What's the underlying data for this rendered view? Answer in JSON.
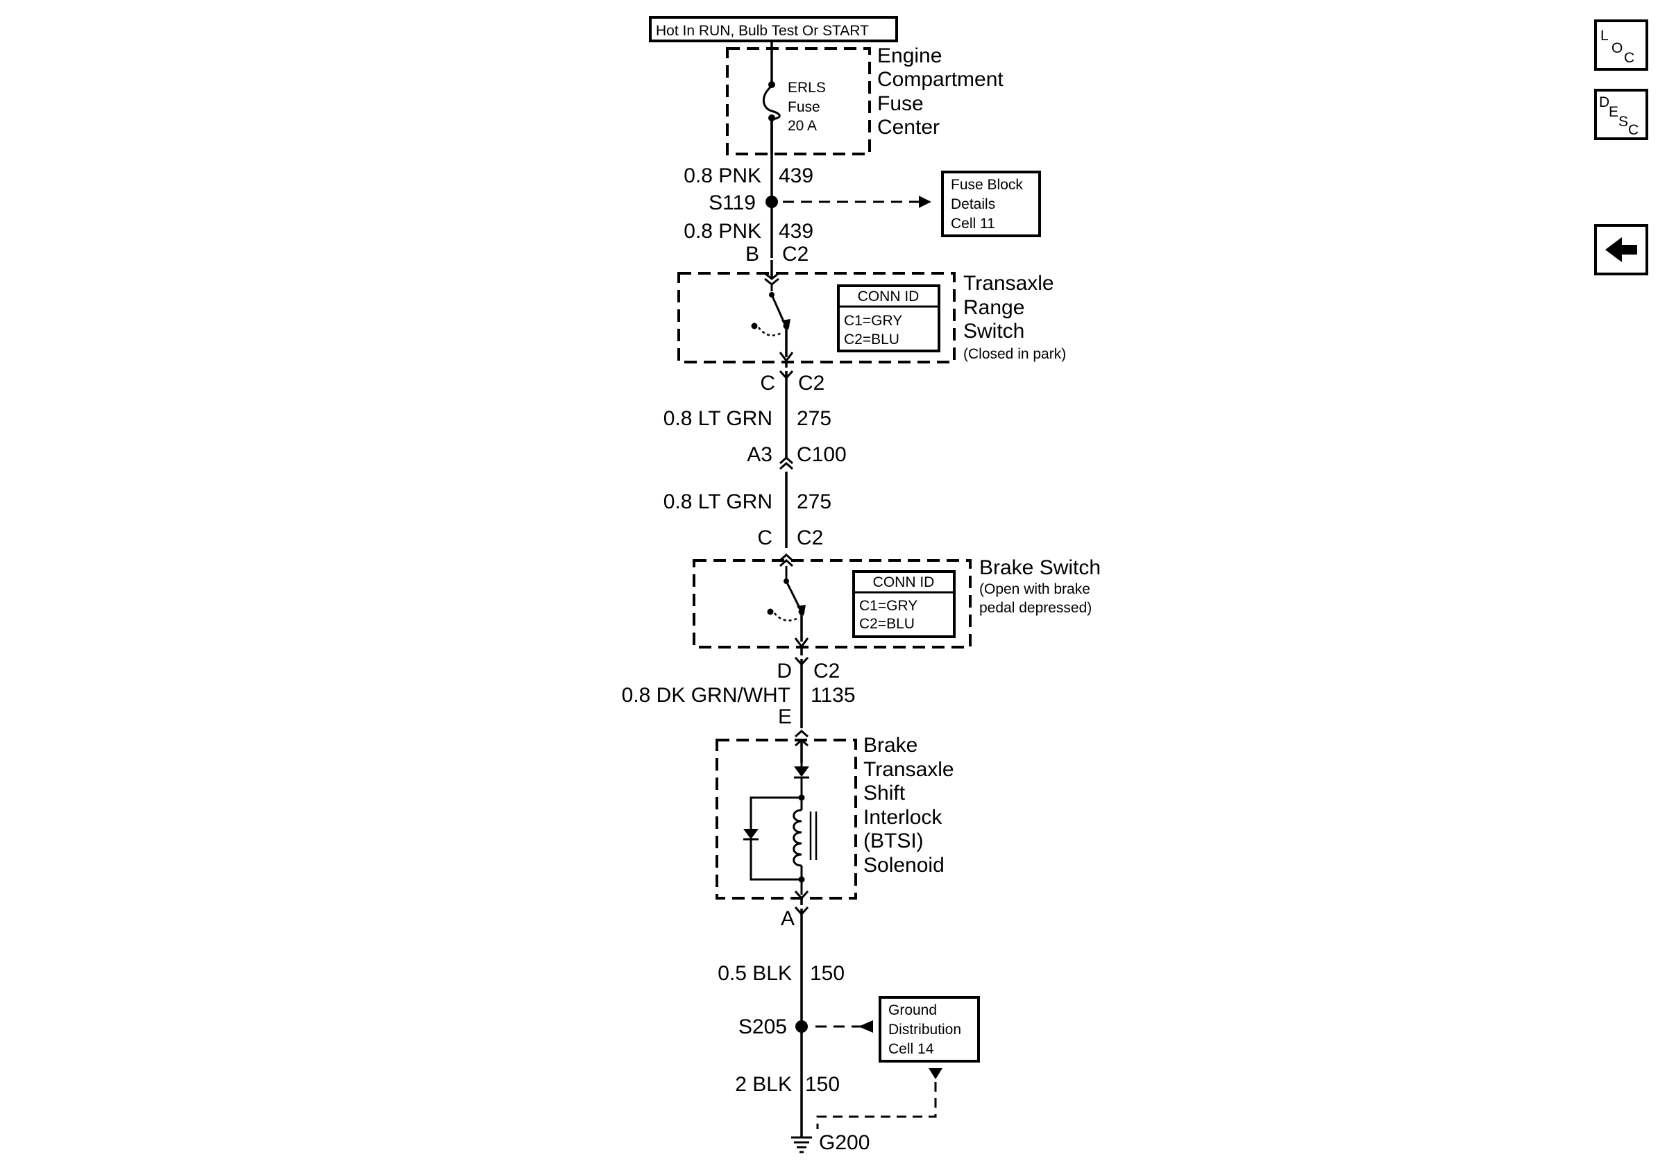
{
  "power_source": "Hot In RUN, Bulb Test Or START",
  "fuse_center": {
    "title_lines": [
      "Engine",
      "Compartment",
      "Fuse",
      "Center"
    ],
    "fuse_lines": [
      "ERLS",
      "Fuse",
      "20 A"
    ]
  },
  "wires": {
    "w1": {
      "gauge_color": "0.8 PNK",
      "circuit": "439"
    },
    "w2": {
      "gauge_color": "0.8 PNK",
      "circuit": "439"
    },
    "w3": {
      "gauge_color": "0.8 LT GRN",
      "circuit": "275"
    },
    "w4": {
      "gauge_color": "0.8 LT GRN",
      "circuit": "275"
    },
    "w5": {
      "gauge_color": "0.8 DK GRN/WHT",
      "circuit": "1135"
    },
    "w6": {
      "gauge_color": "0.5 BLK",
      "circuit": "150"
    },
    "w7": {
      "gauge_color": "2 BLK",
      "circuit": "150"
    }
  },
  "splices": {
    "s119": "S119",
    "s205": "S205"
  },
  "refs": {
    "fuse_block": [
      "Fuse Block",
      "Details",
      "Cell 11"
    ],
    "ground_dist": [
      "Ground",
      "Distribution",
      "Cell 14"
    ]
  },
  "connectors": {
    "trs_in": {
      "pin": "B",
      "conn": "C2"
    },
    "trs_out": {
      "pin": "C",
      "conn": "C2"
    },
    "c100": {
      "pin": "A3",
      "conn": "C100"
    },
    "brake_in": {
      "pin": "C",
      "conn": "C2"
    },
    "brake_out": {
      "pin": "D",
      "conn": "C2"
    },
    "btsi_in": {
      "pin": "E"
    },
    "btsi_out": {
      "pin": "A"
    }
  },
  "trs": {
    "title_lines": [
      "Transaxle",
      "Range",
      "Switch"
    ],
    "note": "(Closed in park)",
    "conn_id": {
      "header": "CONN ID",
      "c1": "C1=GRY",
      "c2": "C2=BLU"
    }
  },
  "brake_switch": {
    "title": "Brake Switch",
    "note_lines": [
      "(Open with brake",
      "pedal depressed)"
    ],
    "conn_id": {
      "header": "CONN ID",
      "c1": "C1=GRY",
      "c2": "C2=BLU"
    }
  },
  "btsi": {
    "title_lines": [
      "Brake",
      "Transaxle",
      "Shift",
      "Interlock",
      "(BTSI)",
      "Solenoid"
    ]
  },
  "ground": "G200",
  "nav": {
    "loc": {
      "l": "L",
      "o": "O",
      "c": "C"
    },
    "desc": {
      "d": "D",
      "e": "E",
      "s": "S",
      "c": "C"
    },
    "back_icon": "left-arrow-icon"
  }
}
